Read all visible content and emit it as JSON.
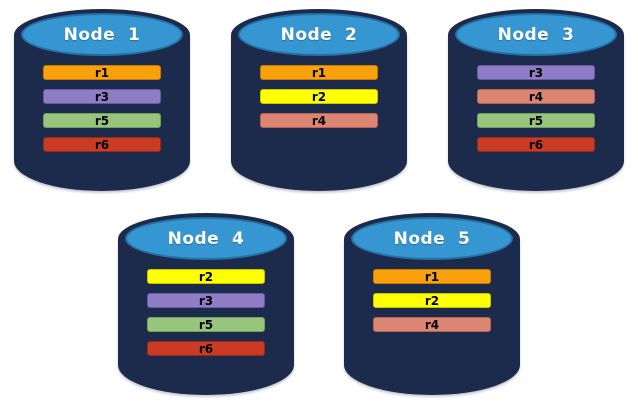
{
  "diagram": {
    "description": "Five database node cylinders showing distribution of replicas r1-r6"
  },
  "node_colors": {
    "body": "#1C2A4B",
    "top_face": "#3596D2",
    "top_face_border": "#2471A3",
    "label_color": "#FFFFFF"
  },
  "replica_palette": {
    "r1": {
      "fill": "#F9A10A",
      "border": "#C67C00"
    },
    "r2": {
      "fill": "#FFFF00",
      "border": "#C5C500"
    },
    "r3": {
      "fill": "#8E7CC4",
      "border": "#6B59A6"
    },
    "r4": {
      "fill": "#DB8573",
      "border": "#B96250"
    },
    "r5": {
      "fill": "#97C57E",
      "border": "#6FA356"
    },
    "r6": {
      "fill": "#C93B22",
      "border": "#962A14"
    }
  },
  "nodes": [
    {
      "label": "Node  1",
      "replicas": [
        "r1",
        "r3",
        "r5",
        "r6"
      ]
    },
    {
      "label": "Node  2",
      "replicas": [
        "r1",
        "r2",
        "r4"
      ]
    },
    {
      "label": "Node  3",
      "replicas": [
        "r3",
        "r4",
        "r5",
        "r6"
      ]
    },
    {
      "label": "Node  4",
      "replicas": [
        "r2",
        "r3",
        "r5",
        "r6"
      ]
    },
    {
      "label": "Node  5",
      "replicas": [
        "r1",
        "r2",
        "r4"
      ]
    }
  ],
  "rows": [
    [
      0,
      1,
      2
    ],
    [
      3,
      4
    ]
  ]
}
